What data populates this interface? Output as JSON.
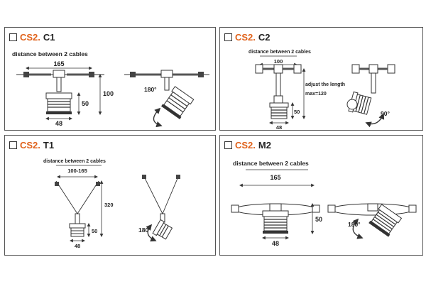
{
  "panels": [
    {
      "prefix": "CS2.",
      "code": "C1",
      "label": "distance between 2 cables",
      "spacing": "165",
      "height": "100",
      "body_height": "50",
      "width": "48",
      "rotation": "180°"
    },
    {
      "prefix": "CS2.",
      "code": "C2",
      "label": "distance between 2 cables",
      "spacing": "100",
      "adjust": "adjust the length",
      "max": "max=120",
      "body_height": "50",
      "width": "48",
      "rotation": "90°"
    },
    {
      "prefix": "CS2.",
      "code": "T1",
      "label": "distance between 2 cables",
      "spacing": "100-165",
      "height": "320",
      "body_height": "50",
      "width": "48",
      "rotation": "180°"
    },
    {
      "prefix": "CS2.",
      "code": "M2",
      "label": "distance between 2 cables",
      "spacing": "165",
      "body_height": "50",
      "width": "48",
      "rotation": "180°"
    }
  ],
  "colors": {
    "accent": "#e0621b",
    "line": "#333333",
    "fixture": "#444444"
  }
}
